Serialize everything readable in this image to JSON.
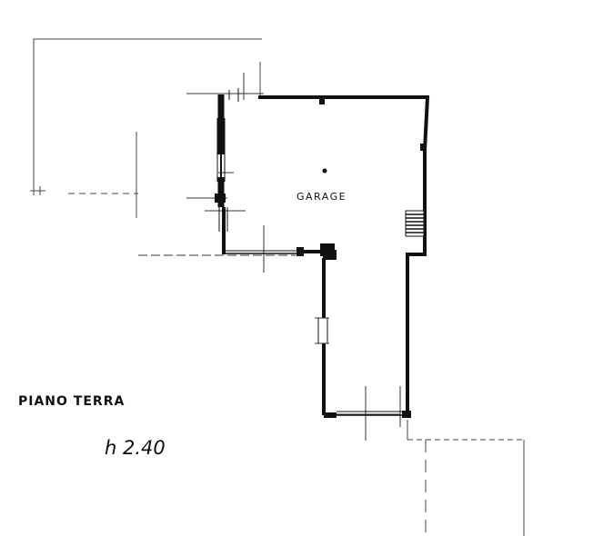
{
  "plan": {
    "room_label": "GARAGE",
    "floor_label": "PIANO TERRA",
    "height_label": "h 2.40"
  },
  "colors": {
    "ink": "#111111",
    "paper": "#ffffff"
  }
}
